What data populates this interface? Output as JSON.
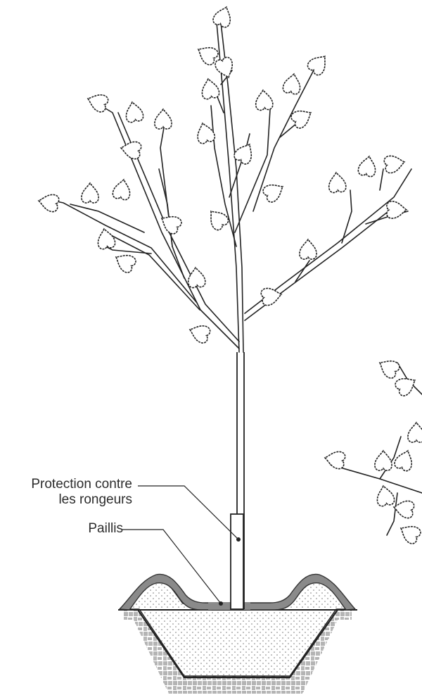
{
  "labels": {
    "protection_line1": "Protection contre",
    "protection_line2": "les rongeurs",
    "paillis": "Paillis"
  },
  "colors": {
    "line": "#222222",
    "mulch": "#8a8a8a",
    "soil_fill": "#f7f7f7"
  }
}
